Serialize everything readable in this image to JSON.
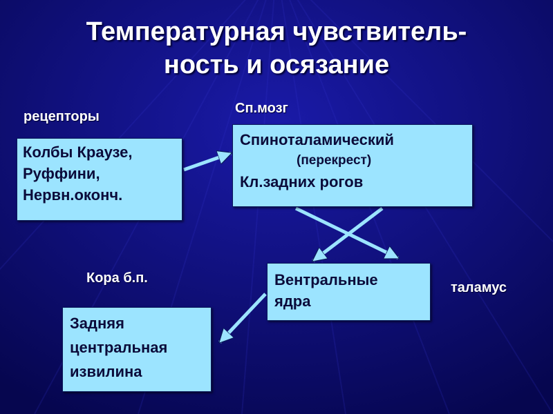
{
  "title": {
    "line1": "Температурная чувствитель-",
    "line2": "ность и осязание"
  },
  "labels": {
    "receptors": "рецепторы",
    "spinal_cord": "Сп.мозг",
    "cortex": "Кора б.п.",
    "thalamus": "таламус"
  },
  "boxes": {
    "receptors": [
      "Колбы Краузе,",
      "Руффини,",
      "Нервн.оконч."
    ],
    "spinal": {
      "line1": "Спиноталамический",
      "line2": "(перекрест)",
      "line3": "Кл.задних рогов"
    },
    "ventral": [
      "Вентральные",
      "ядра"
    ],
    "cortex": [
      "Задняя",
      "центральная",
      "извилина"
    ]
  },
  "colors": {
    "background": "#0a0a6e",
    "box_fill": "#9ce4ff",
    "arrow": "#9ce4ff",
    "text_light": "#ffffff",
    "text_dark": "#0b0b3a"
  }
}
